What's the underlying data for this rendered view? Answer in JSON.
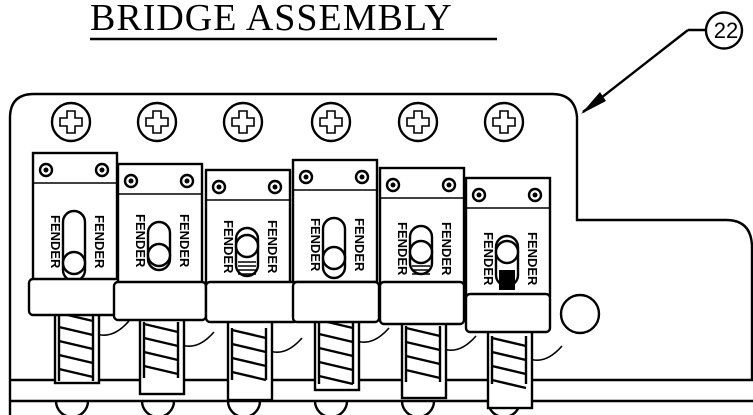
{
  "title": "BRIDGE ASSEMBLY",
  "callout": {
    "number": "22"
  },
  "saddles": [
    {
      "stamp_left": "FENDER",
      "stamp_right": "FENDER"
    },
    {
      "stamp_left": "FENDER",
      "stamp_right": "FENDER"
    },
    {
      "stamp_left": "FENDER",
      "stamp_right": "FENDER"
    },
    {
      "stamp_left": "FENDER",
      "stamp_right": "FENDER"
    },
    {
      "stamp_left": "FENDER",
      "stamp_right": "FENDER"
    },
    {
      "stamp_left": "FENDER",
      "stamp_right": "FENDER"
    }
  ],
  "mounting_screw_count": 6,
  "line_color": "#000000",
  "background_color": "#ffffff"
}
